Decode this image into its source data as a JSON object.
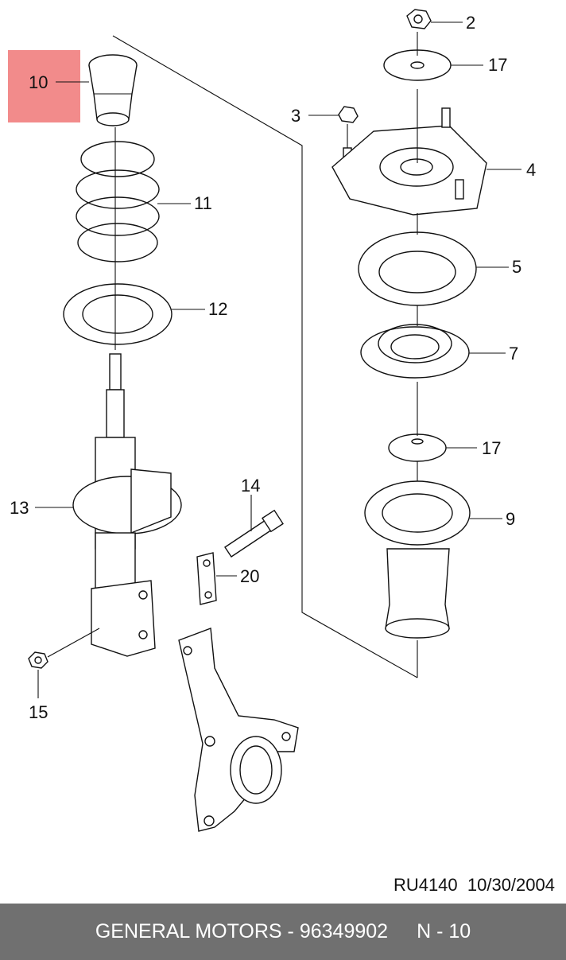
{
  "highlight": {
    "color": "#f28b8b",
    "part": "10"
  },
  "footer": {
    "background": "#707070",
    "brand_part": "GENERAL MOTORS - 96349902",
    "page_ref": "N - 10"
  },
  "reference": "RU4140  10/30/2004",
  "callouts": [
    {
      "id": "c10",
      "label": "10"
    },
    {
      "id": "c11",
      "label": "11"
    },
    {
      "id": "c12",
      "label": "12"
    },
    {
      "id": "c13",
      "label": "13"
    },
    {
      "id": "c14",
      "label": "14"
    },
    {
      "id": "c20",
      "label": "20"
    },
    {
      "id": "c15",
      "label": "15"
    },
    {
      "id": "c2",
      "label": "2"
    },
    {
      "id": "c17a",
      "label": "17"
    },
    {
      "id": "c3",
      "label": "3"
    },
    {
      "id": "c4",
      "label": "4"
    },
    {
      "id": "c5",
      "label": "5"
    },
    {
      "id": "c7",
      "label": "7"
    },
    {
      "id": "c17b",
      "label": "17"
    },
    {
      "id": "c9",
      "label": "9"
    }
  ]
}
